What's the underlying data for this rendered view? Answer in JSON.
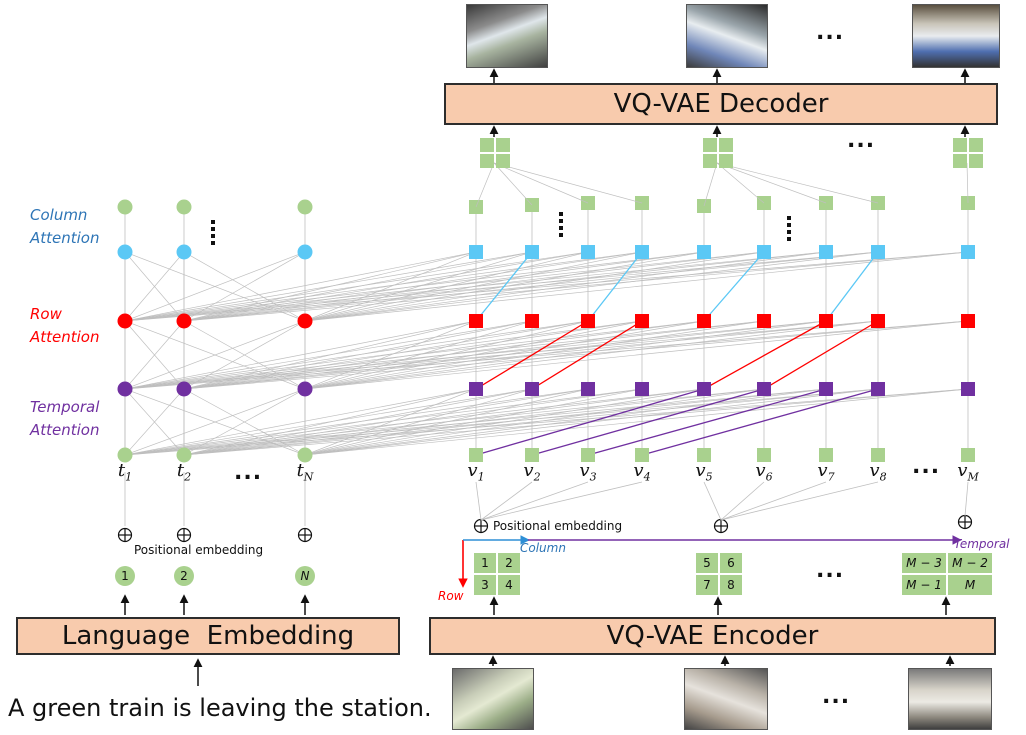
{
  "diagram": {
    "decoder_label": "VQ-VAE Decoder",
    "encoder_label": "VQ-VAE Encoder",
    "language_label": "Language  Embedding",
    "caption": "A green train is leaving the station.",
    "attention_labels": {
      "column": [
        "Column",
        "Attention"
      ],
      "row": [
        "Row",
        "Attention"
      ],
      "temporal": [
        "Temporal",
        "Attention"
      ]
    },
    "positional_embedding": "Positional embedding",
    "text_tokens": [
      {
        "base": "t",
        "sub": "1"
      },
      {
        "base": "t",
        "sub": "2"
      },
      {
        "base": "t",
        "sub": "N"
      }
    ],
    "video_tokens": [
      {
        "base": "v",
        "sub": "1"
      },
      {
        "base": "v",
        "sub": "2"
      },
      {
        "base": "v",
        "sub": "3"
      },
      {
        "base": "v",
        "sub": "4"
      },
      {
        "base": "v",
        "sub": "5"
      },
      {
        "base": "v",
        "sub": "6"
      },
      {
        "base": "v",
        "sub": "7"
      },
      {
        "base": "v",
        "sub": "8"
      },
      {
        "base": "v",
        "sub": "M"
      }
    ],
    "text_position_ids": [
      "1",
      "2",
      "N"
    ],
    "axis_labels": {
      "row": "Row",
      "column": "Column",
      "temporal": "Temporal"
    },
    "patch_grids": [
      [
        "1",
        "2",
        "3",
        "4"
      ],
      [
        "5",
        "6",
        "7",
        "8"
      ],
      [
        "M − 3",
        "M − 2",
        "M − 1",
        "M"
      ]
    ],
    "colors": {
      "box_fill": "#f8cbad",
      "token_green": "#a9d18e",
      "column_blue": "#5bc8f5",
      "row_red": "#ff0000",
      "temporal_purple": "#7030a0",
      "edge_grey": "#bfbfbf"
    }
  }
}
